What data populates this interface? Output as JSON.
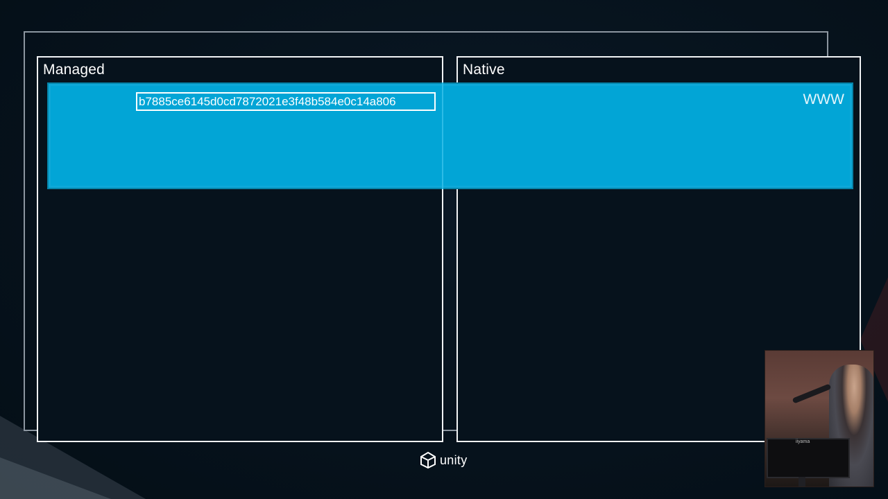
{
  "slide": {
    "panels": {
      "managed": {
        "title": "Managed"
      },
      "native": {
        "title": "Native"
      }
    },
    "object_hash": "b7885ce6145d0cd7872021e3f48b584e0c14a806",
    "native_object_label": "WWW",
    "footer_brand": "unity"
  },
  "colors": {
    "background": "#06121c",
    "panel_border": "#f2f4f6",
    "bar_fill": "#02a5d6",
    "bar_border": "#0583a8"
  },
  "speaker_video": {
    "monitor_brand": "iiyama"
  }
}
